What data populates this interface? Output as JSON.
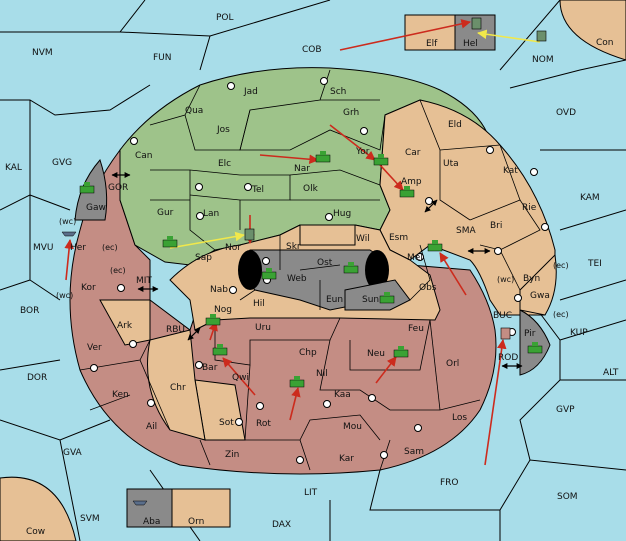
{
  "colors": {
    "sea": "#a8dde9",
    "green": "#9ec38a",
    "tan": "#e6c095",
    "red": "#c48d84",
    "grey": "#8a8a8a",
    "black": "#000000",
    "order_arrow": "#cc2b1d",
    "support_arrow": "#f1e84b"
  },
  "labels": {
    "pol": "POL",
    "nvm": "NVM",
    "fun": "FUN",
    "cob": "COB",
    "nom": "NOM",
    "con": "Con",
    "ovd": "OVD",
    "kal": "KAL",
    "gvg": "GVG",
    "gor": "GOR",
    "kam": "KAM",
    "sma": "SMA",
    "tei": "TEI",
    "mvu": "MVU",
    "mit": "MIT",
    "bor": "BOR",
    "rbu": "RBU",
    "buc": "BUC",
    "kup": "KUP",
    "dor": "DOR",
    "rod": "ROD",
    "alt": "ALT",
    "gvp": "GVP",
    "gva": "GVA",
    "fro": "FRO",
    "lit": "LIT",
    "som": "SOM",
    "svm": "SVM",
    "dax": "DAX",
    "cow": "Cow",
    "elf": "Elf",
    "hel": "Hel",
    "jad": "Jad",
    "sch": "Sch",
    "qua": "Qua",
    "jos": "Jos",
    "grh": "Grh",
    "eld": "Eld",
    "can": "Can",
    "car": "Car",
    "uta": "Uta",
    "kat": "Kat",
    "elc": "Elc",
    "nar": "Nar",
    "yor": "Yor",
    "amp": "Amp",
    "tel": "Tel",
    "olk": "Olk",
    "gaw": "Gaw",
    "gur": "Gur",
    "lan": "Lan",
    "hug": "Hug",
    "bri": "Bri",
    "rie": "Rie",
    "wil": "Wil",
    "esm": "Esm",
    "sap": "Sap",
    "nor": "Nor",
    "skr": "Skr",
    "ost": "Ost",
    "mel": "Mel",
    "her": "Her",
    "web": "Web",
    "byn": "Byn",
    "kor": "Kor",
    "nab": "Nab",
    "eun": "Eun",
    "sun": "Sun",
    "obs": "Obs",
    "gwa": "Gwa",
    "hil": "Hil",
    "ark": "Ark",
    "nog": "Nog",
    "pir": "Pir",
    "uru": "Uru",
    "feu": "Feu",
    "ver": "Ver",
    "chp": "Chp",
    "neu": "Neu",
    "orl": "Orl",
    "bar": "Bar",
    "qwi": "Qwi",
    "nil": "Nil",
    "ken": "Ken",
    "chr": "Chr",
    "kaa": "Kaa",
    "los": "Los",
    "ail": "Ail",
    "sot": "Sot",
    "rot": "Rot",
    "mou": "Mou",
    "zin": "Zin",
    "kar": "Kar",
    "sam": "Sam",
    "aba": "Aba",
    "orn": "Orn",
    "wc": "(wc)",
    "ec": "(ec)"
  }
}
